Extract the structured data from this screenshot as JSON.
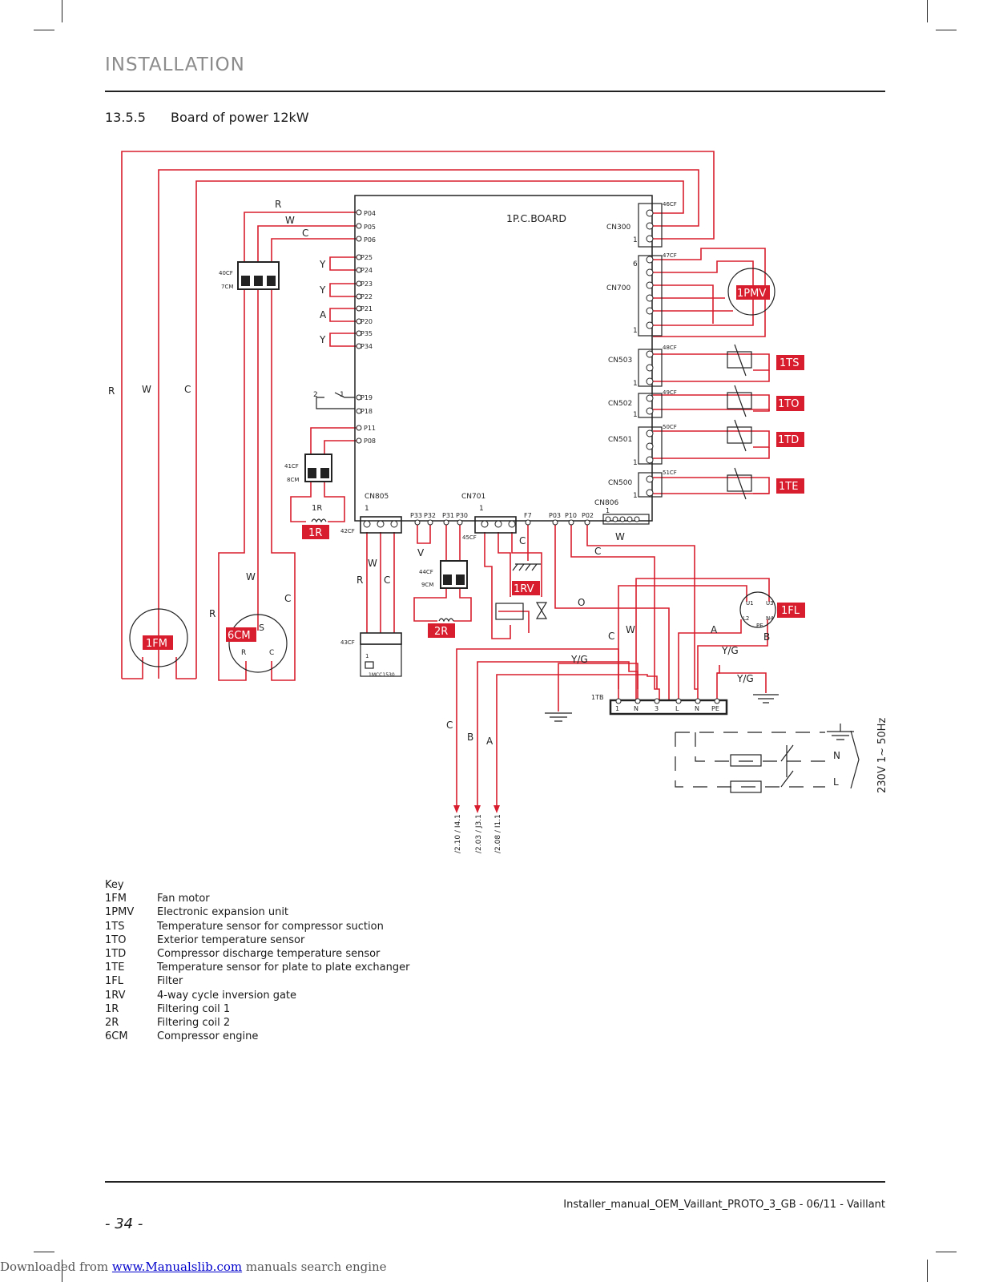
{
  "header": {
    "section": "INSTALLATION"
  },
  "subsection": {
    "number": "13.5.5",
    "title": "Board of power 12kW"
  },
  "diagram": {
    "board_label": "1P.C.BOARD",
    "components": {
      "fm": "1FM",
      "cm": "6CM",
      "pmv": "1PMV",
      "ts": "1TS",
      "to": "1TO",
      "td": "1TD",
      "te": "1TE",
      "fl": "1FL",
      "r1": "1R",
      "r2": "2R",
      "rv": "1RV"
    },
    "connectors": {
      "cn300": "CN300",
      "cn700": "CN700",
      "cn503": "CN503",
      "cn502": "CN502",
      "cn501": "CN501",
      "cn500": "CN500",
      "cn805": "CN805",
      "cn701": "CN701",
      "cn806": "CN806",
      "cf46": "46CF",
      "cf47": "47CF",
      "cf48": "48CF",
      "cf49": "49CF",
      "cf50": "50CF",
      "cf51": "51CF",
      "cf40": "40CF",
      "cm7": "7CM",
      "cf41": "41CF",
      "cm8": "8CM",
      "cf42": "42CF",
      "cf43": "43CF",
      "cf44": "44CF",
      "cm9": "9CM",
      "cf45": "45CF",
      "tb": "1TB",
      "mcc": "1MCC1530"
    },
    "pins_left": [
      "P04",
      "P05",
      "P06",
      "P25",
      "P24",
      "P23",
      "P22",
      "P21",
      "P20",
      "P35",
      "P34",
      "P19",
      "P18",
      "P11",
      "P08"
    ],
    "pins_bottom": [
      "P33",
      "P32",
      "P31",
      "P30",
      "F7",
      "P03",
      "P10",
      "P02"
    ],
    "terminal_block": [
      "1",
      "N",
      "3",
      "L",
      "N",
      "PE"
    ],
    "filter_terminals": [
      "U1",
      "U3",
      "L2",
      "N4",
      "PE"
    ],
    "wire_letters": {
      "r": "R",
      "w": "W",
      "c": "C",
      "y": "Y",
      "a": "A",
      "v": "V",
      "o": "O",
      "b": "B",
      "yg": "Y/G",
      "s": "S",
      "n": "N",
      "l": "L"
    },
    "pin_numbers": {
      "one": "1",
      "two": "2",
      "three": "3",
      "six": "6"
    },
    "refs": [
      "/2.10 / I4.1",
      "/2.03 / J3.1",
      "/2.08 / I1.1"
    ],
    "supply": "230V 1~ 50Hz"
  },
  "key": {
    "title": "Key",
    "items": [
      {
        "code": "1FM",
        "desc": "Fan motor"
      },
      {
        "code": "1PMV",
        "desc": "Electronic expansion unit"
      },
      {
        "code": "1TS",
        "desc": "Temperature sensor for compressor suction"
      },
      {
        "code": "1TO",
        "desc": "Exterior temperature sensor"
      },
      {
        "code": "1TD",
        "desc": "Compressor discharge temperature sensor"
      },
      {
        "code": "1TE",
        "desc": "Temperature sensor for plate to plate exchanger"
      },
      {
        "code": "1FL",
        "desc": "Filter"
      },
      {
        "code": "1RV",
        "desc": "4-way cycle inversion gate"
      },
      {
        "code": "1R",
        "desc": "Filtering coil 1"
      },
      {
        "code": "2R",
        "desc": "Filtering coil 2"
      },
      {
        "code": "6CM",
        "desc": "Compressor engine"
      }
    ]
  },
  "footer": {
    "reference": "Installer_manual_OEM_Vaillant_PROTO_3_GB - 06/11 - Vaillant",
    "page": "- 34 -",
    "downloaded_prefix": "Downloaded from ",
    "downloaded_link": "www.Manualslib.com",
    "downloaded_suffix": " manuals search engine"
  },
  "colors": {
    "wire": "#d81e2e",
    "badge": "#d81e2e",
    "line": "#222222"
  }
}
